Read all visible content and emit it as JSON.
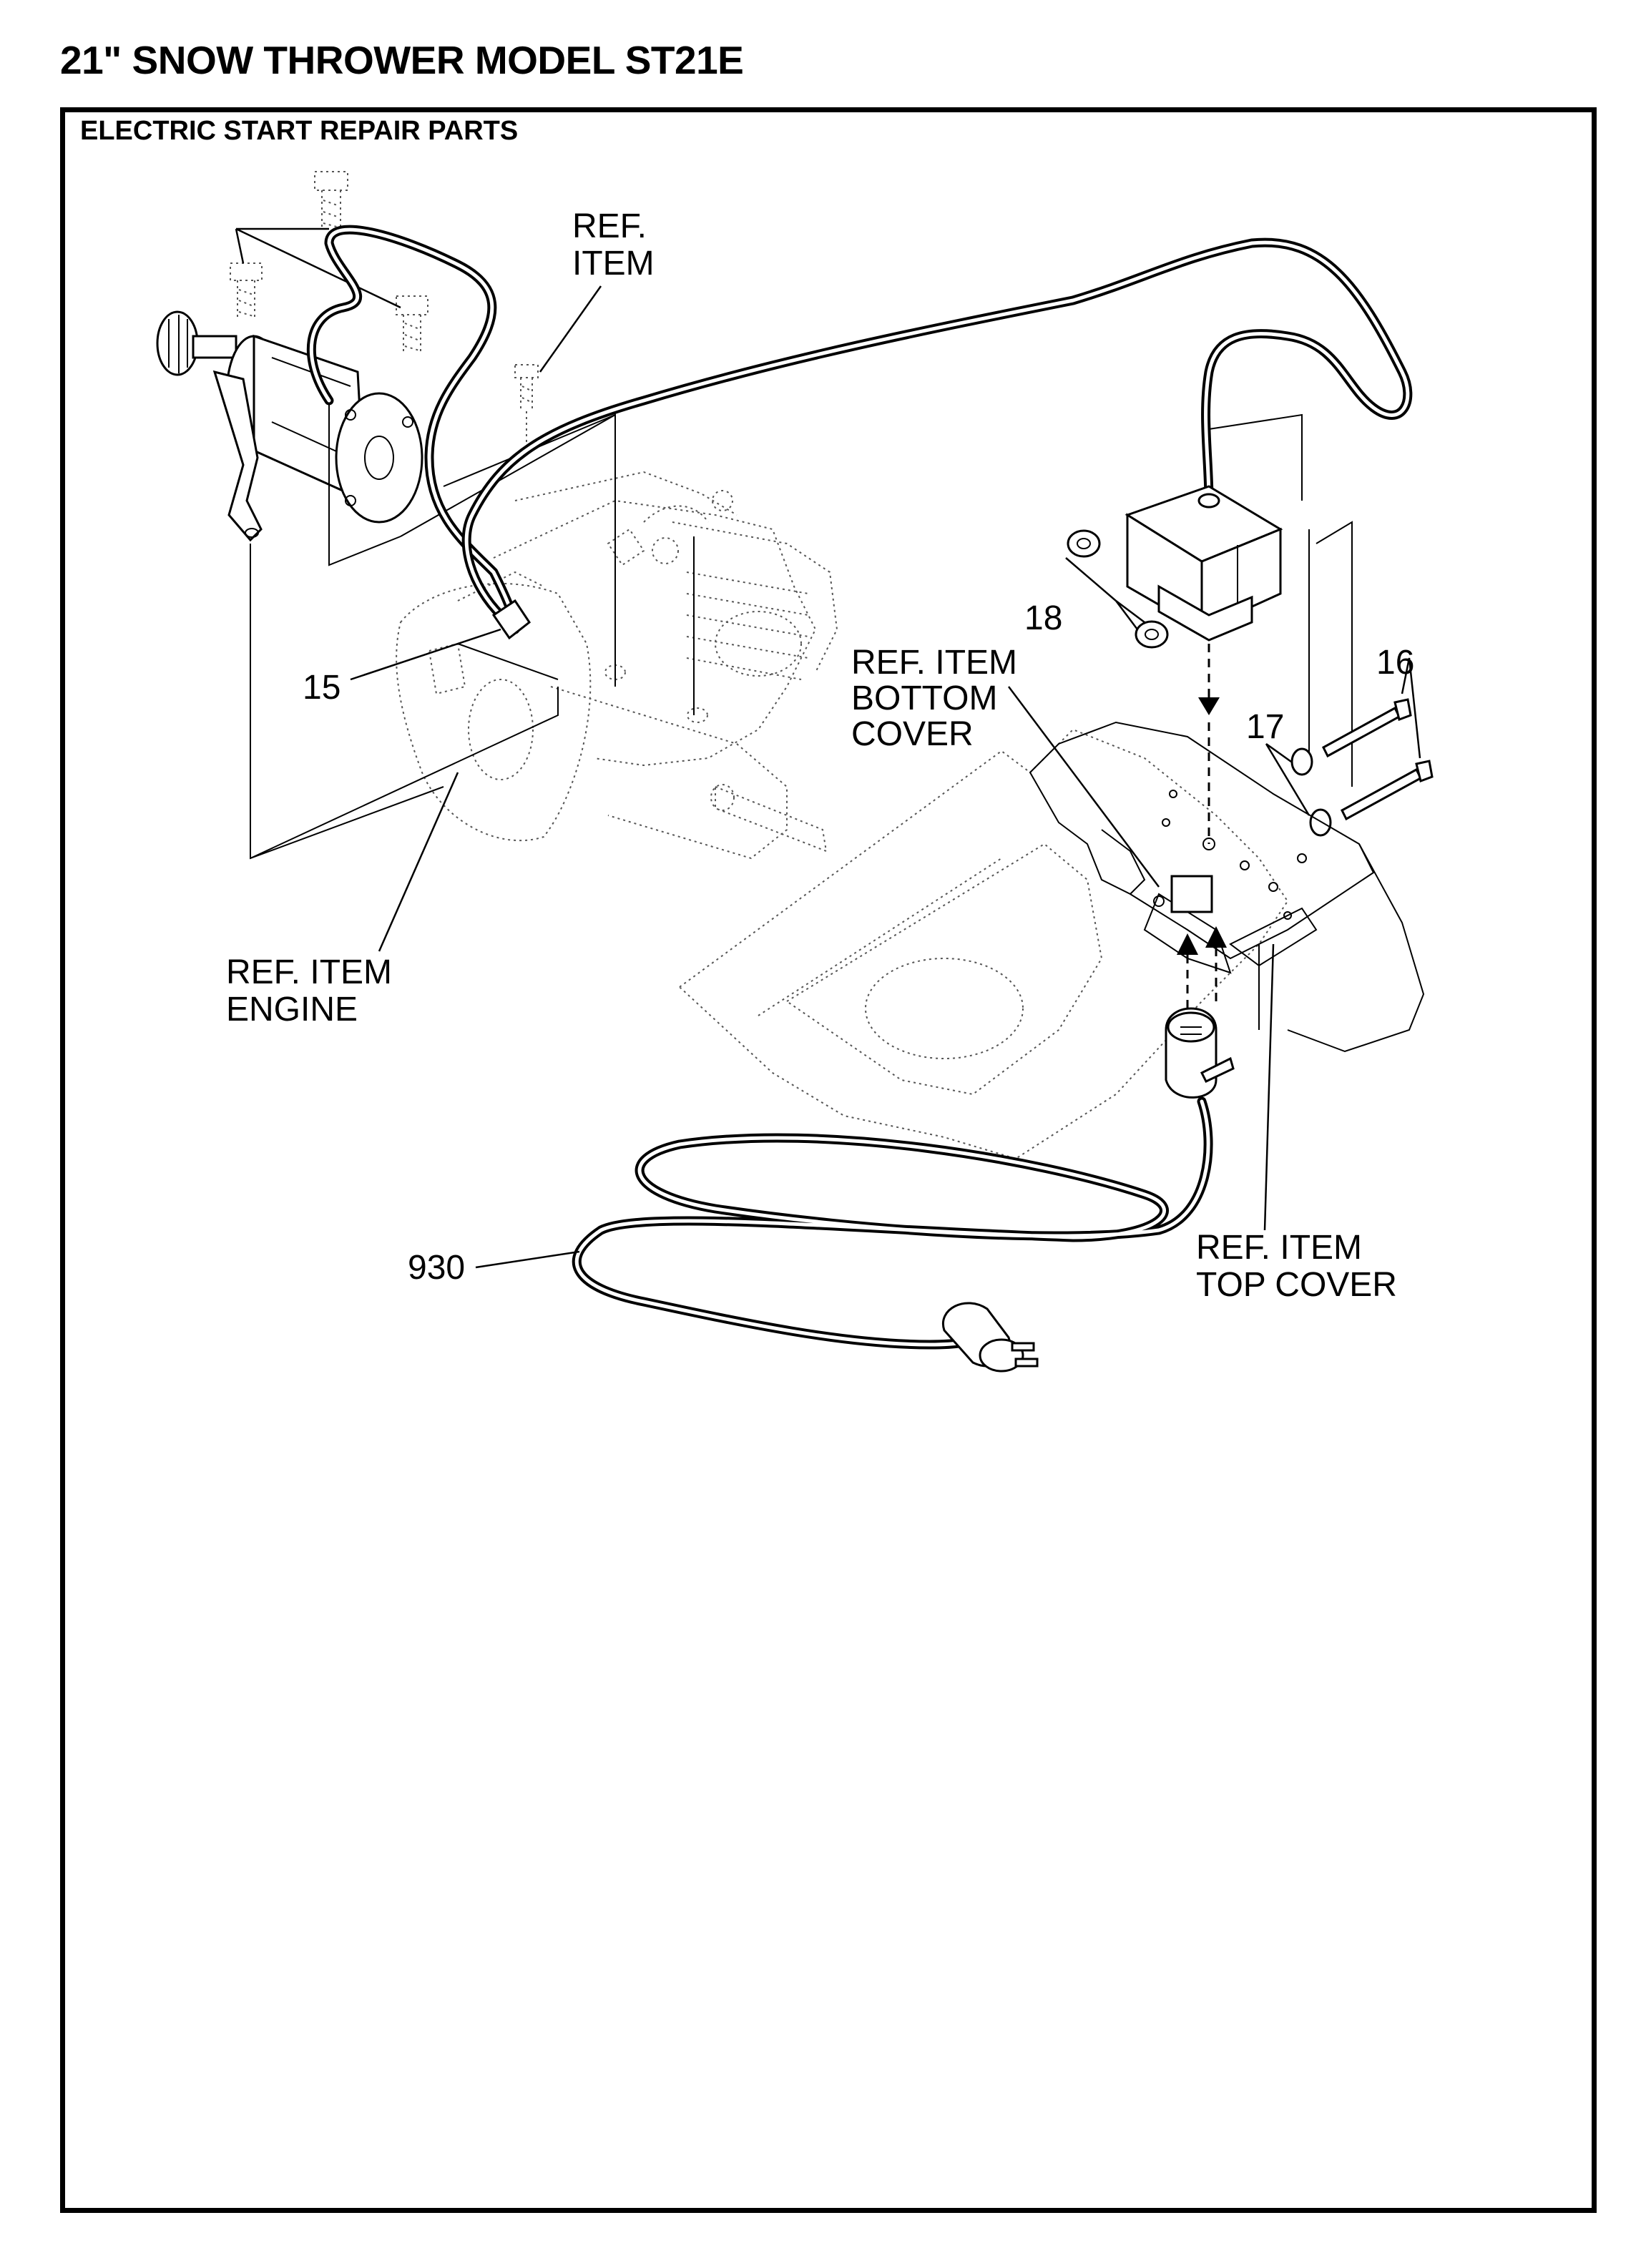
{
  "header": {
    "title": "21\" SNOW THROWER MODEL ST21E"
  },
  "section": {
    "title": "ELECTRIC START REPAIR PARTS"
  },
  "callouts": {
    "ref_item": [
      "REF.",
      "ITEM"
    ],
    "part_15": "15",
    "part_18": "18",
    "part_16": "16",
    "part_17": "17",
    "part_930": "930",
    "ref_bottom_cover": [
      "REF. ITEM",
      "BOTTOM",
      "COVER"
    ],
    "ref_engine": [
      "REF. ITEM",
      "ENGINE"
    ],
    "ref_top_cover": [
      "REF. ITEM",
      "TOP COVER"
    ]
  }
}
